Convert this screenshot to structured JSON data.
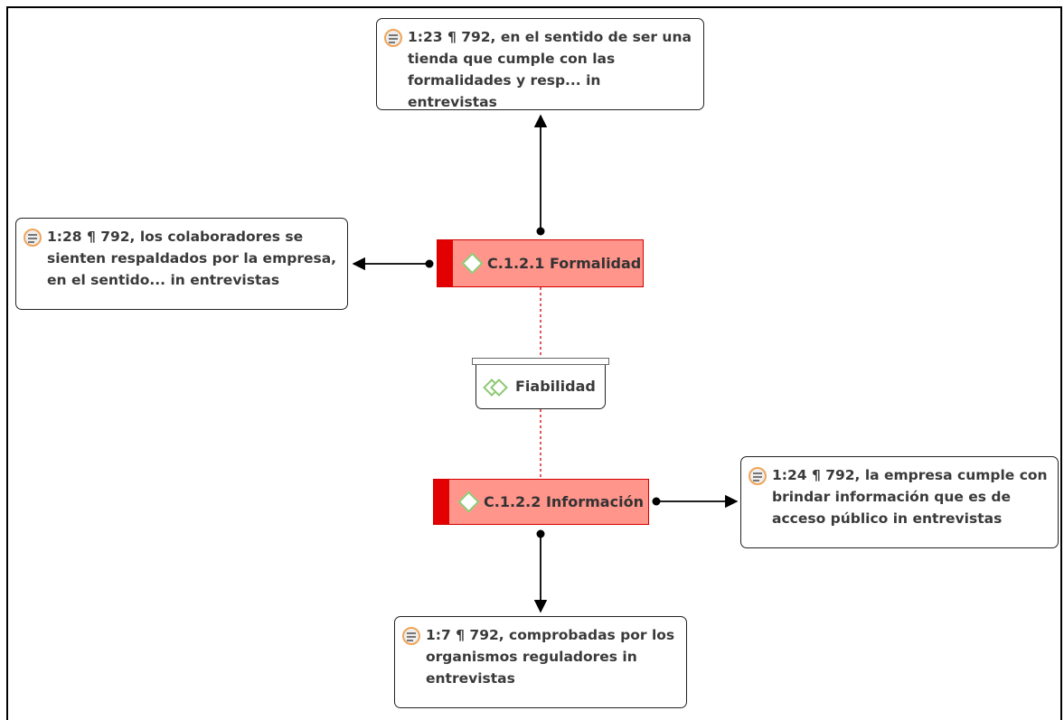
{
  "quotations": [
    {
      "id": "q-1-23",
      "text": "1:23 ¶ 792, en el sentido de ser una tienda que cumple con las formalidades y resp... in entrevistas"
    },
    {
      "id": "q-1-28",
      "text": "1:28 ¶ 792, los colaboradores se sienten respaldados por la empresa, en el sentido... in entrevistas"
    },
    {
      "id": "q-1-24",
      "text": "1:24 ¶ 792, la empresa cumple con brindar información que es de acceso público in entrevistas"
    },
    {
      "id": "q-1-7",
      "text": "1:7 ¶ 792, comprobadas por los organismos reguladores in entrevistas"
    }
  ],
  "codes": [
    {
      "id": "c-1-2-1",
      "label": "C.1.2.1 Formalidad"
    },
    {
      "id": "c-1-2-2",
      "label": "C.1.2.2 Información"
    }
  ],
  "group": {
    "label": "Fiabilidad"
  },
  "colors": {
    "code_fill": "#ff958b",
    "code_border": "#d40000",
    "code_bar": "#e20000",
    "relation_dotted": "#cc0000",
    "quote_icon_ring": "#f0a55a",
    "code_icon": "#8cc870"
  }
}
